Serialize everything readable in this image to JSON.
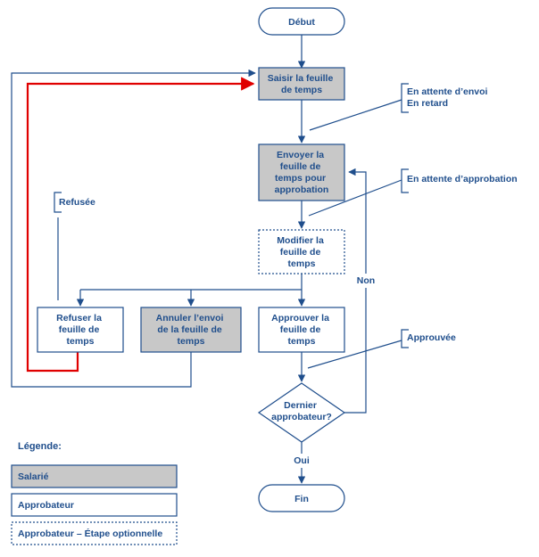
{
  "colors": {
    "stroke": "#1f4e8c",
    "text": "#1f4e8c",
    "employee_fill": "#c8c8c8",
    "approver_fill": "#ffffff",
    "reject_path": "#e00000"
  },
  "nodes": {
    "start": "Début",
    "enter": [
      "Saisir la feuille",
      "de temps"
    ],
    "submit": [
      "Envoyer la",
      "feuille de",
      "temps pour",
      "approbation"
    ],
    "modify": [
      "Modifier la",
      "feuille de",
      "temps"
    ],
    "reject": [
      "Refuser la",
      "feuille de",
      "temps"
    ],
    "cancel": [
      "Annuler l’envoi",
      "de la feuille de",
      "temps"
    ],
    "approve": [
      "Approuver la",
      "feuille de",
      "temps"
    ],
    "decision": [
      "Dernier",
      "approbateur?"
    ],
    "end": "Fin"
  },
  "statuses": {
    "pending_send": "En attente d’envoi",
    "late": "En retard",
    "pending_approval": "En attente d’approbation",
    "rejected": "Refusée",
    "approved": "Approuvée"
  },
  "edge_labels": {
    "no": "Non",
    "yes": "Oui"
  },
  "legend": {
    "title": "Légende:",
    "employee": "Salarié",
    "approver": "Approbateur",
    "approver_optional": "Approbateur – Étape optionnelle"
  }
}
